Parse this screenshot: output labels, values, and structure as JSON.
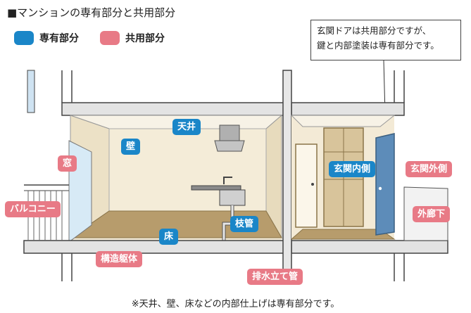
{
  "title": "■マンションの専有部分と共用部分",
  "legend": {
    "private": "専有部分",
    "common": "共用部分"
  },
  "callout": {
    "line1": "玄関ドアは共用部分ですが、",
    "line2": "鍵と内部塗装は専有部分です。"
  },
  "labels": {
    "ceiling": "天井",
    "wall": "壁",
    "floor": "床",
    "branch_pipe": "枝管",
    "entrance_inside": "玄関内側",
    "window": "窓",
    "balcony": "バルコニー",
    "structure": "構造躯体",
    "drain_stack": "排水立て管",
    "entrance_outside": "玄関外側",
    "corridor": "外廊下"
  },
  "footnote": "※天井、壁、床などの内部仕上げは専有部分です。",
  "colors": {
    "private": "#1a86c8",
    "common": "#e87a86"
  }
}
